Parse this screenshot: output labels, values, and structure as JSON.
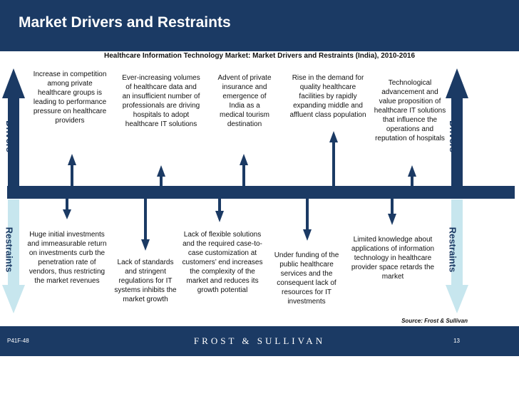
{
  "slide": {
    "title": "Market Drivers and Restraints",
    "subtitle": "Healthcare Information Technology Market: Market Drivers and Restraints (India), 2010-2016",
    "drivers_label": "Drivers",
    "restraints_label": "Restraints",
    "source": "Source: Frost & Sullivan"
  },
  "drivers": [
    "Increase in competition among private healthcare groups is leading to performance pressure on healthcare providers",
    "Ever-increasing volumes of healthcare data and an insufficient number of professionals are driving hospitals to adopt healthcare IT solutions",
    "Advent of private insurance and emergence of India as a medical tourism destination",
    "Rise in the demand for quality healthcare facilities by rapidly expanding middle and affluent class population",
    "Technological advancement and value proposition of healthcare IT solutions that influence the operations and reputation of hospitals"
  ],
  "restraints": [
    "Huge initial investments and immeasurable return on investments curb the penetration rate of vendors, thus restricting the market revenues",
    "Lack of standards and stringent regulations  for IT systems inhibits the market growth",
    "Lack of flexible solutions and the required case-to-case customization at customers’ end increases the complexity of the market and reduces its growth potential",
    "Under funding of the public healthcare services and the consequent lack of resources for IT investments",
    "Limited knowledge about applications of information technology in healthcare provider space retards the market"
  ],
  "footer": {
    "code": "P41F-48",
    "brand": "FROST & SULLIVAN",
    "page": "13"
  },
  "colors": {
    "navy": "#1b3a64",
    "light_blue": "#c7e6ee"
  }
}
